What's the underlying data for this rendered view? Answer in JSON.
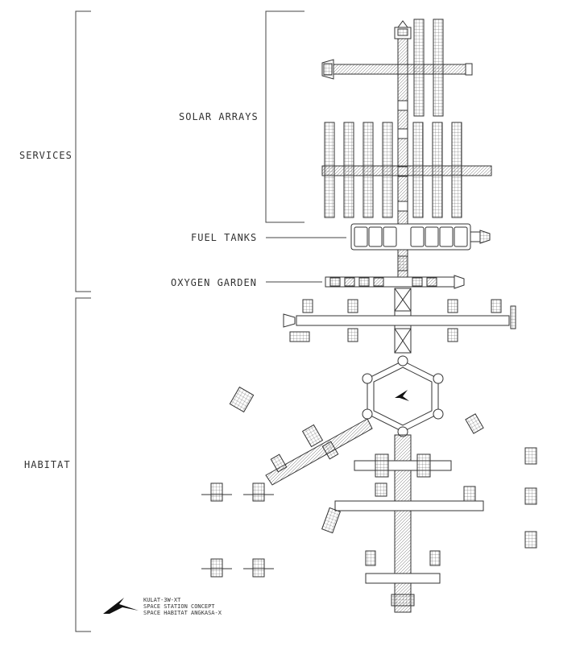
{
  "sections": {
    "services": "SERVICES",
    "habitat": "HABITAT"
  },
  "callouts": {
    "solar_arrays": "SOLAR ARRAYS",
    "fuel_tanks": "FUEL TANKS",
    "oxygen_garden": "OXYGEN GARDEN"
  },
  "title_block": {
    "line1": "KULAT-3W-XT",
    "line2": "SPACE STATION CONCEPT",
    "line3": "SPACE HABITAT ANGKASA-X"
  },
  "colors": {
    "ink": "#333333",
    "paper": "#ffffff"
  },
  "icons": {
    "logo": "kulat-logo-icon"
  }
}
